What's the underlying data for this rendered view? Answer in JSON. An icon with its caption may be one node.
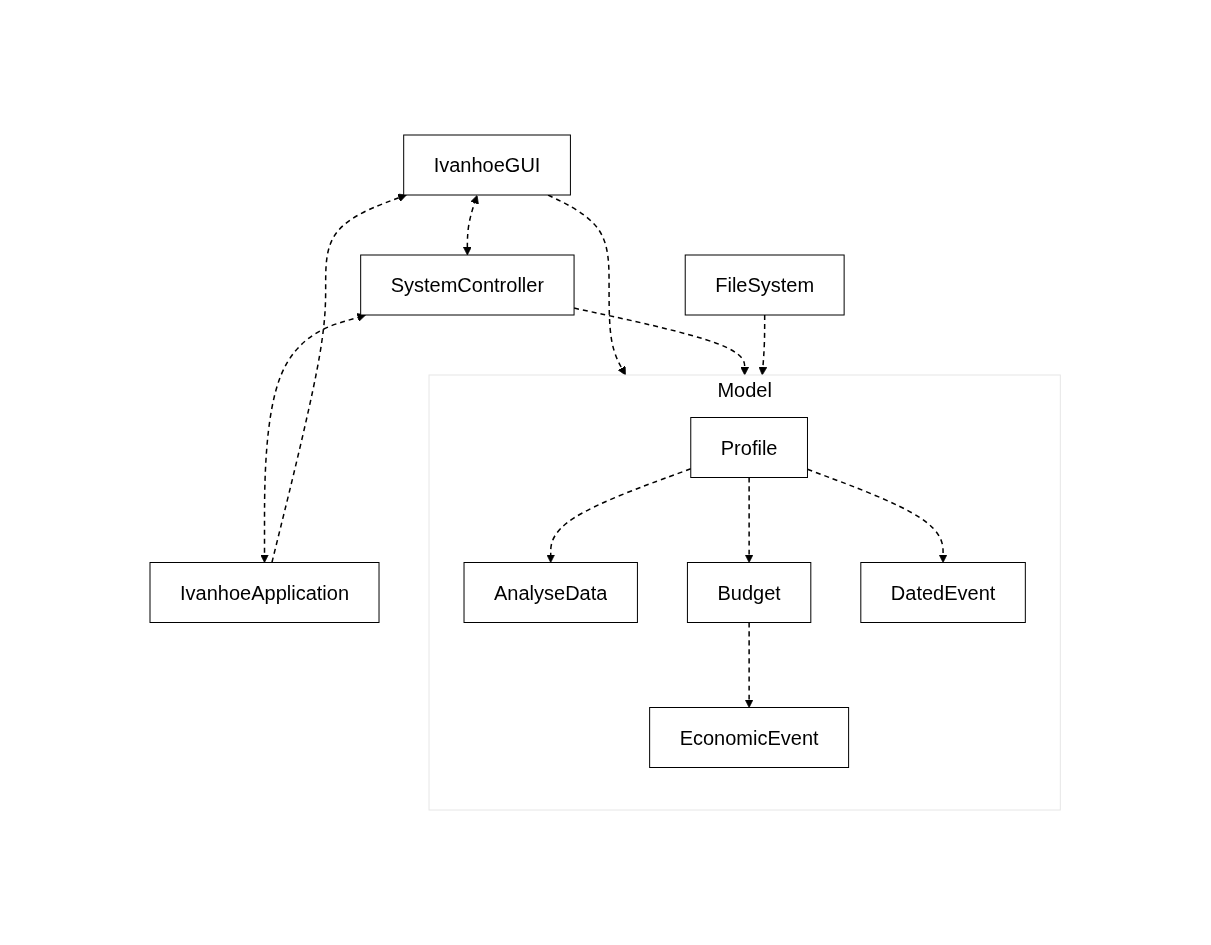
{
  "diagram": {
    "nodes": [
      {
        "text": [
          "IvanhoeGUI"
        ]
      },
      {
        "text": [
          "IvanhoeApplication"
        ]
      },
      {
        "text": [
          "SystemController"
        ]
      },
      {
        "text": [
          "FileSystem"
        ]
      },
      {
        "text": [
          "Model"
        ]
      },
      {
        "text": [
          "AnalyseData"
        ],
        "in": 4
      },
      {
        "text": [
          "Profile"
        ],
        "in": 4
      },
      {
        "text": [
          "Budget"
        ],
        "in": 4
      },
      {
        "text": [
          "EconomicEvent"
        ],
        "in": 4
      },
      {
        "text": [
          "DatedEvent"
        ],
        "in": 4
      }
    ],
    "edges": [
      {
        "from": 1,
        "to": 0,
        "arrow": "to",
        "style": "dashed"
      },
      {
        "from": 0,
        "to": 2,
        "arrow": "both",
        "style": "dashed"
      },
      {
        "from": 2,
        "to": 1,
        "arrow": "both",
        "style": "dashed"
      },
      {
        "from": 0,
        "to": 4,
        "arrow": "to",
        "style": "dashed"
      },
      {
        "from": 2,
        "to": 4,
        "arrow": "to",
        "style": "dashed"
      },
      {
        "from": 3,
        "to": 4,
        "arrow": "to",
        "style": "dashed"
      },
      {
        "from": 6,
        "to": 5,
        "arrow": "to",
        "style": "dashed"
      },
      {
        "from": 6,
        "to": 7,
        "arrow": "to",
        "style": "dashed"
      },
      {
        "from": 7,
        "to": 8,
        "arrow": "to",
        "style": "dashed"
      },
      {
        "from": 6,
        "to": 9,
        "arrow": "to",
        "style": "dashed"
      }
    ]
  }
}
